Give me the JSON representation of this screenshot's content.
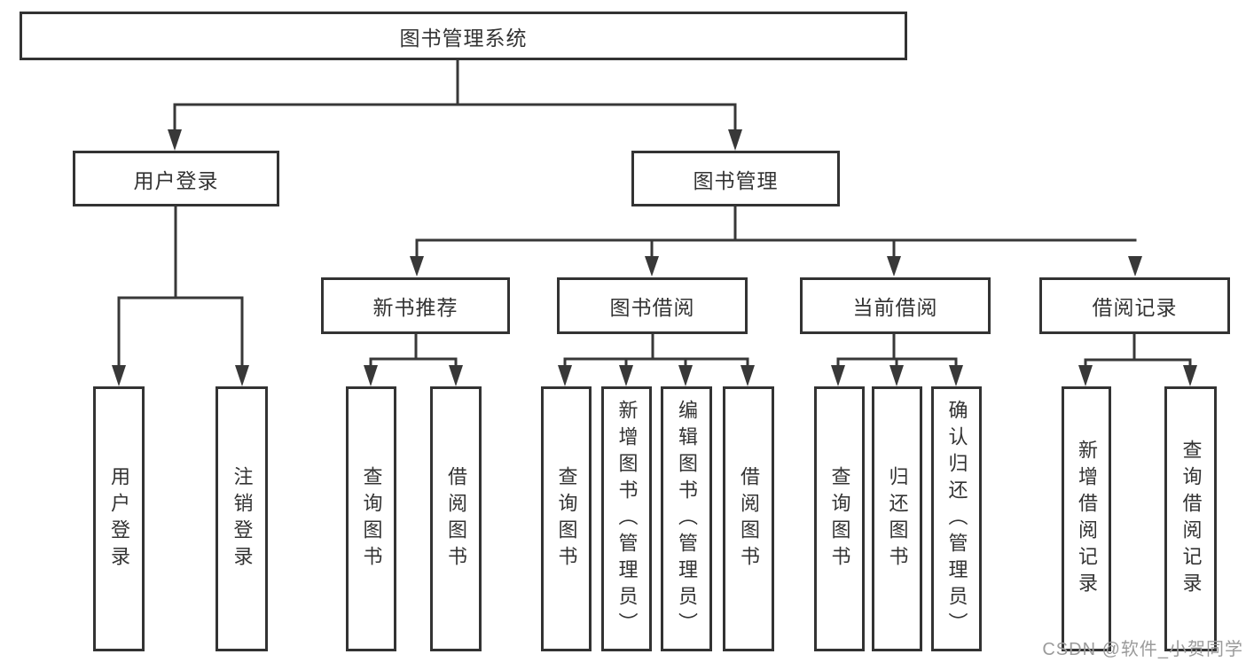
{
  "diagram": {
    "root": "图书管理系统",
    "branches": {
      "user_login": "用户登录",
      "book_mgmt": "图书管理"
    },
    "modules": {
      "new_book": "新书推荐",
      "borrow": "图书借阅",
      "current": "当前借阅",
      "records": "借阅记录"
    },
    "leaves": {
      "login": "用户登录",
      "logout": "注销登录",
      "nb_query": "查询图书",
      "nb_borrow": "借阅图书",
      "bw_query": "查询图书",
      "bw_add": "新增图书（管理员）",
      "bw_edit": "编辑图书（管理员）",
      "bw_borrow": "借阅图书",
      "cur_query": "查询图书",
      "cur_return": "归还图书",
      "cur_confirm": "确认归还（管理员）",
      "rec_add": "新增借阅记录",
      "rec_query": "查询借阅记录"
    }
  },
  "watermark": "CSDN @软件_小贺同学",
  "colors": {
    "line": "#383838",
    "box_border": "#333333",
    "text": "#333333",
    "watermark": "#9b9b9b",
    "background": "#ffffff"
  }
}
